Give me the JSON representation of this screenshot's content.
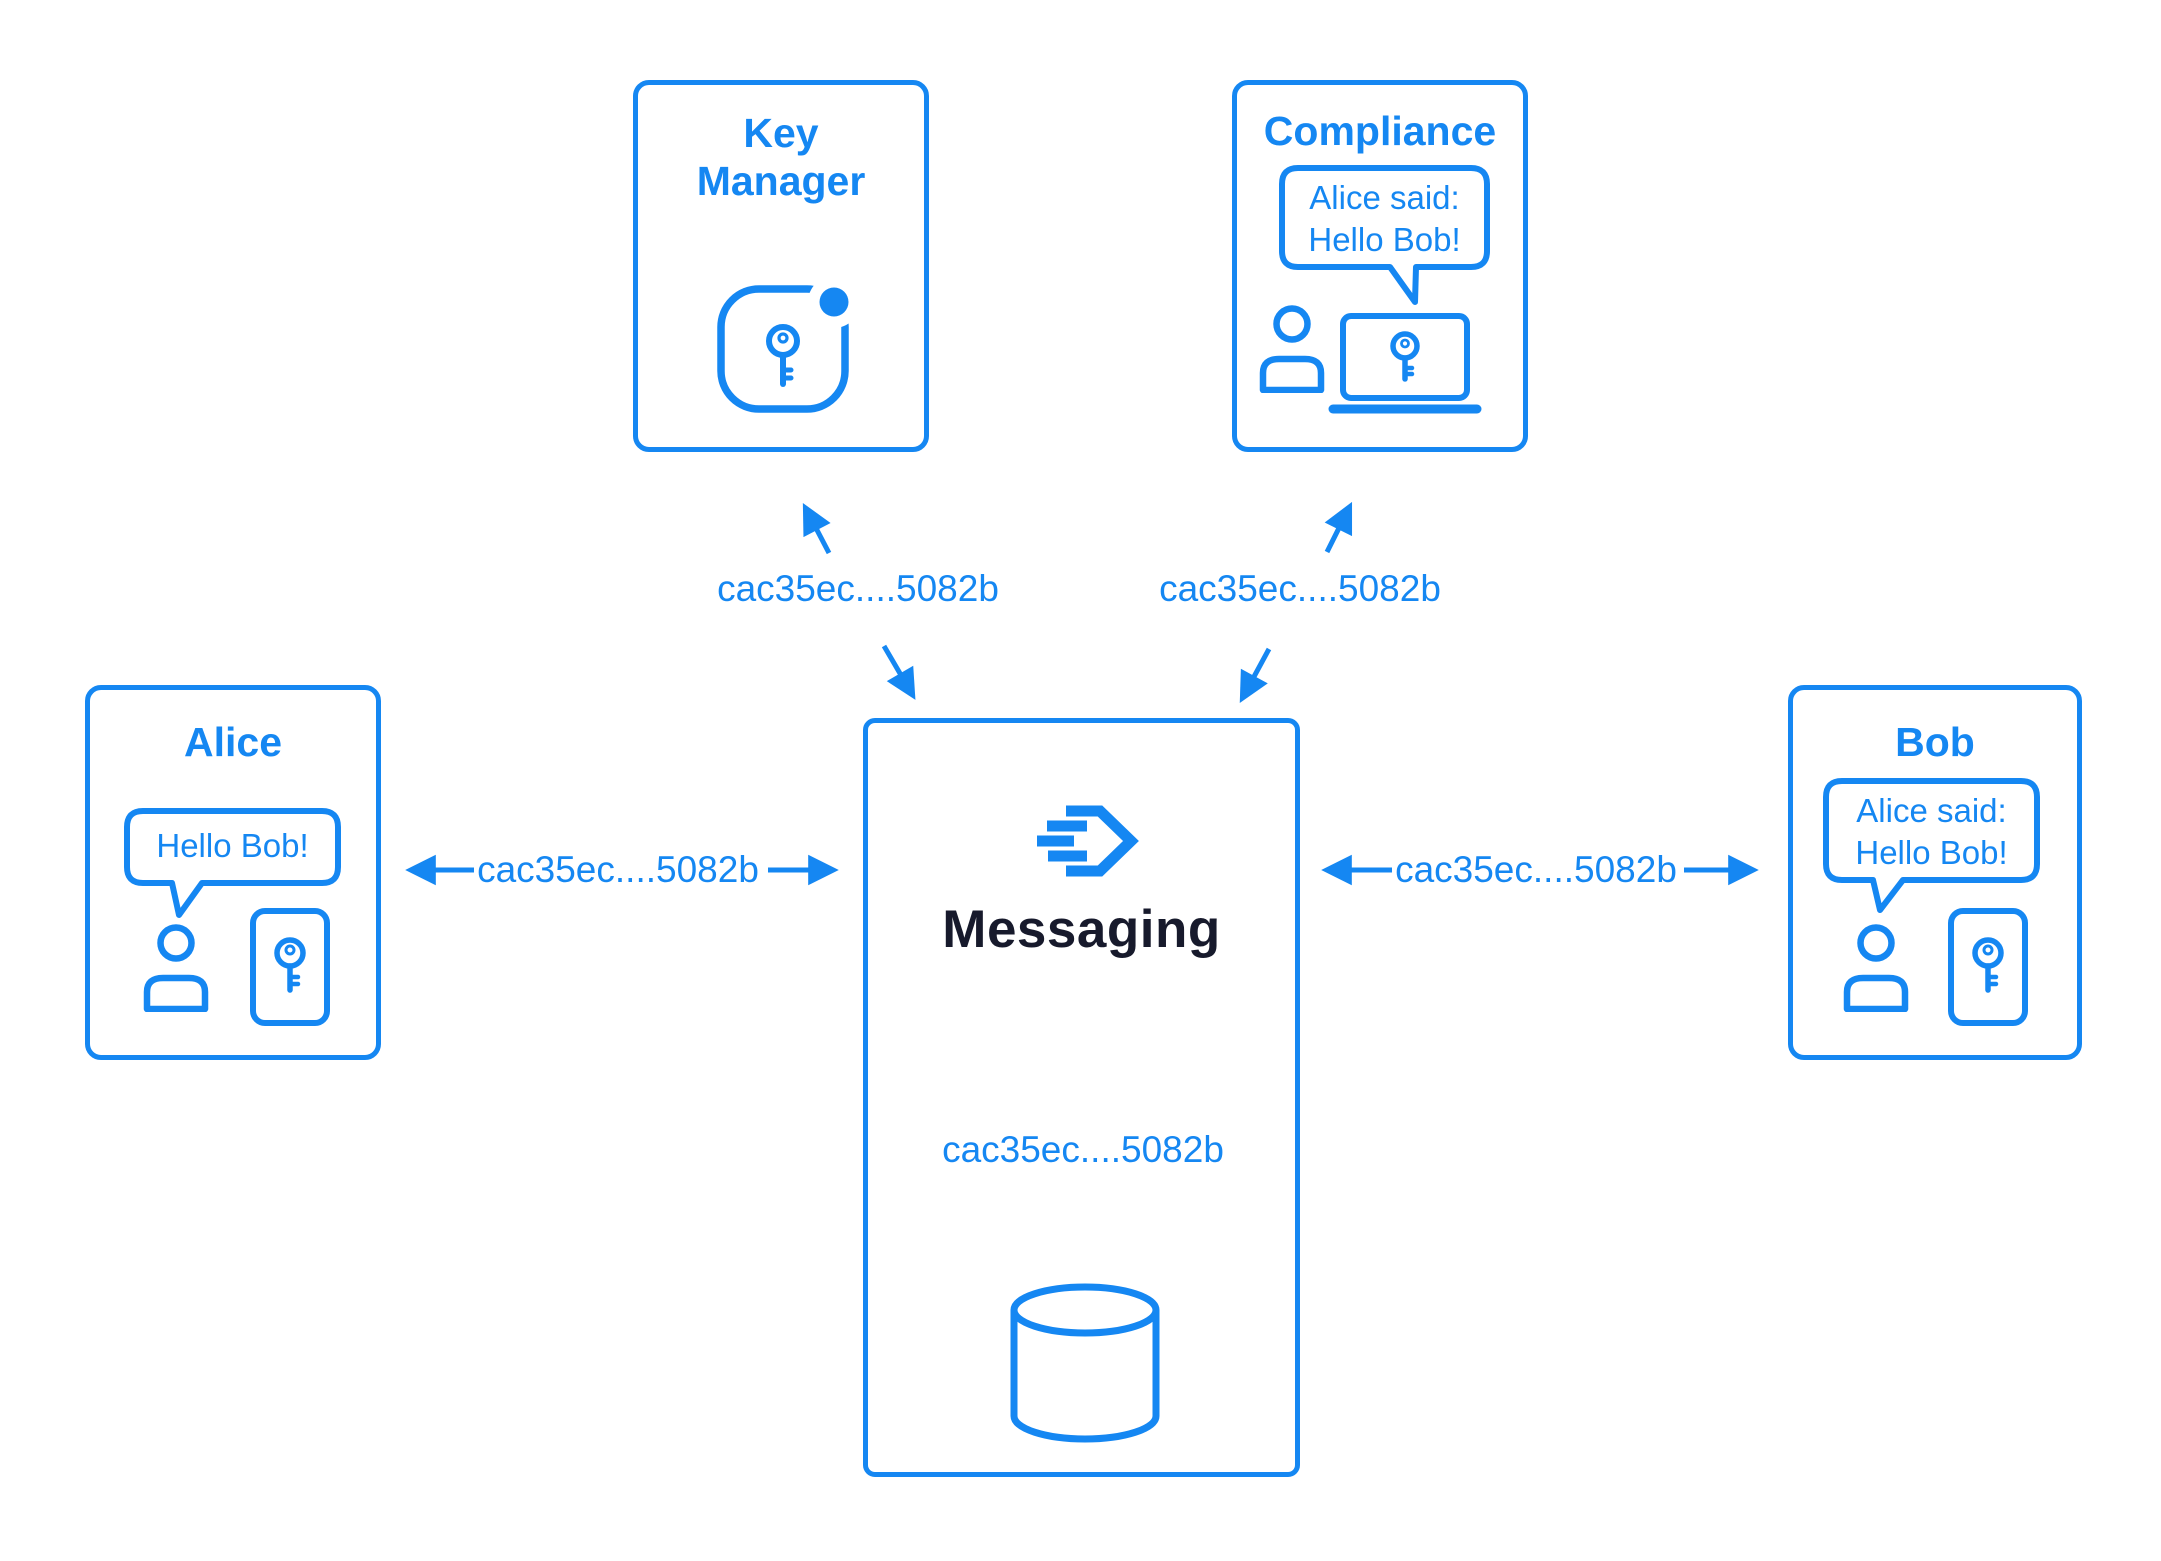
{
  "colors": {
    "accent": "#1587f2",
    "title_dark": "#171a2c",
    "background": "#ffffff"
  },
  "nodes": {
    "key_manager": {
      "title": "Key Manager",
      "icon": "key-badge-icon"
    },
    "compliance": {
      "title": "Compliance",
      "bubble": {
        "line1": "Alice said:",
        "line2": "Hello Bob!"
      },
      "icons": [
        "person-icon",
        "laptop-key-icon"
      ]
    },
    "alice": {
      "title": "Alice",
      "bubble": {
        "line1": "Hello Bob!"
      },
      "icons": [
        "person-icon",
        "phone-key-icon"
      ]
    },
    "bob": {
      "title": "Bob",
      "bubble": {
        "line1": "Alice said:",
        "line2": "Hello Bob!"
      },
      "icons": [
        "person-icon",
        "phone-key-icon"
      ]
    },
    "messaging": {
      "title": "Messaging",
      "icons": [
        "send-logo-icon",
        "database-icon"
      ]
    }
  },
  "edges": {
    "alice_messaging": {
      "label": "cac35ec....5082b",
      "direction": "bidirectional"
    },
    "messaging_bob": {
      "label": "cac35ec....5082b",
      "direction": "bidirectional"
    },
    "messaging_key_manager": {
      "label": "cac35ec....5082b",
      "direction": "up-to-key-manager, down-to-messaging"
    },
    "messaging_compliance": {
      "label": "cac35ec....5082b",
      "direction": "up-to-compliance, down-to-messaging"
    },
    "messaging_database": {
      "label": "cac35ec....5082b",
      "direction": "bidirectional"
    }
  },
  "icons": {
    "key-badge-icon": "key inside rounded square with status dot",
    "person-icon": "person outline (head and torso)",
    "phone-key-icon": "smartphone with key",
    "laptop-key-icon": "laptop with key",
    "speech-bubble-icon": "speech bubble with tail",
    "send-logo-icon": "right chevron with speed lines",
    "database-icon": "database cylinder",
    "key-icon": "key with round bow and notched stem"
  }
}
